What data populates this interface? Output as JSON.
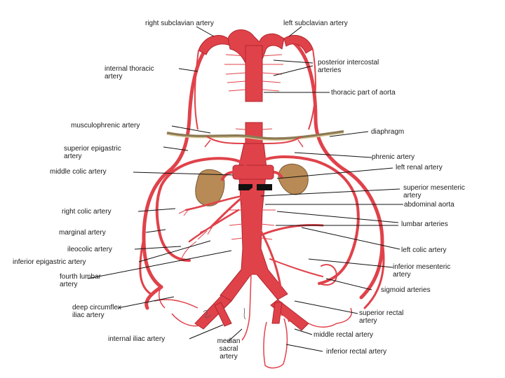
{
  "colors": {
    "artery": "#e0424a",
    "artery_outline": "#b0262d",
    "kidney": "#b88a55",
    "kidney_outline": "#7a5a33",
    "diaphragm": "#8c7a55",
    "label_line": "#111111",
    "text": "#1a1a1a"
  },
  "labels": {
    "right_subclavian": "right subclavian artery",
    "left_subclavian": "left subclavian artery",
    "internal_thoracic": "internal thoracic\nartery",
    "posterior_intercostal": "posterior intercostal\narteries",
    "thoracic_aorta": "thoracic part of aorta",
    "musculophrenic": "musculophrenic artery",
    "diaphragm": "diaphragm",
    "superior_epigastric": "superior epigastric\nartery",
    "phrenic": "phrenic artery",
    "middle_colic": "middle colic artery",
    "left_renal": "left renal artery",
    "superior_mesenteric": "superior mesenteric\nartery",
    "abdominal_aorta": "abdominal aorta",
    "right_colic": "right colic artery",
    "lumbar": "lumbar arteries",
    "marginal": "marginal artery",
    "ileocolic": "ileocolic artery",
    "left_colic": "left colic artery",
    "inferior_epigastric": "inferior epigastric artery",
    "inferior_mesenteric": "inferior mesenteric\nartery",
    "fourth_lumbar": "fourth lumbar\nartery",
    "sigmoid": "sigmoid arteries",
    "deep_circumflex": "deep circumflex\niliac artery",
    "superior_rectal": "superior rectal\nartery",
    "middle_rectal": "middle rectal artery",
    "internal_iliac": "internal iliac artery",
    "median_sacral": "median\nsacral\nartery",
    "inferior_rectal": "inferior rectal artery"
  }
}
